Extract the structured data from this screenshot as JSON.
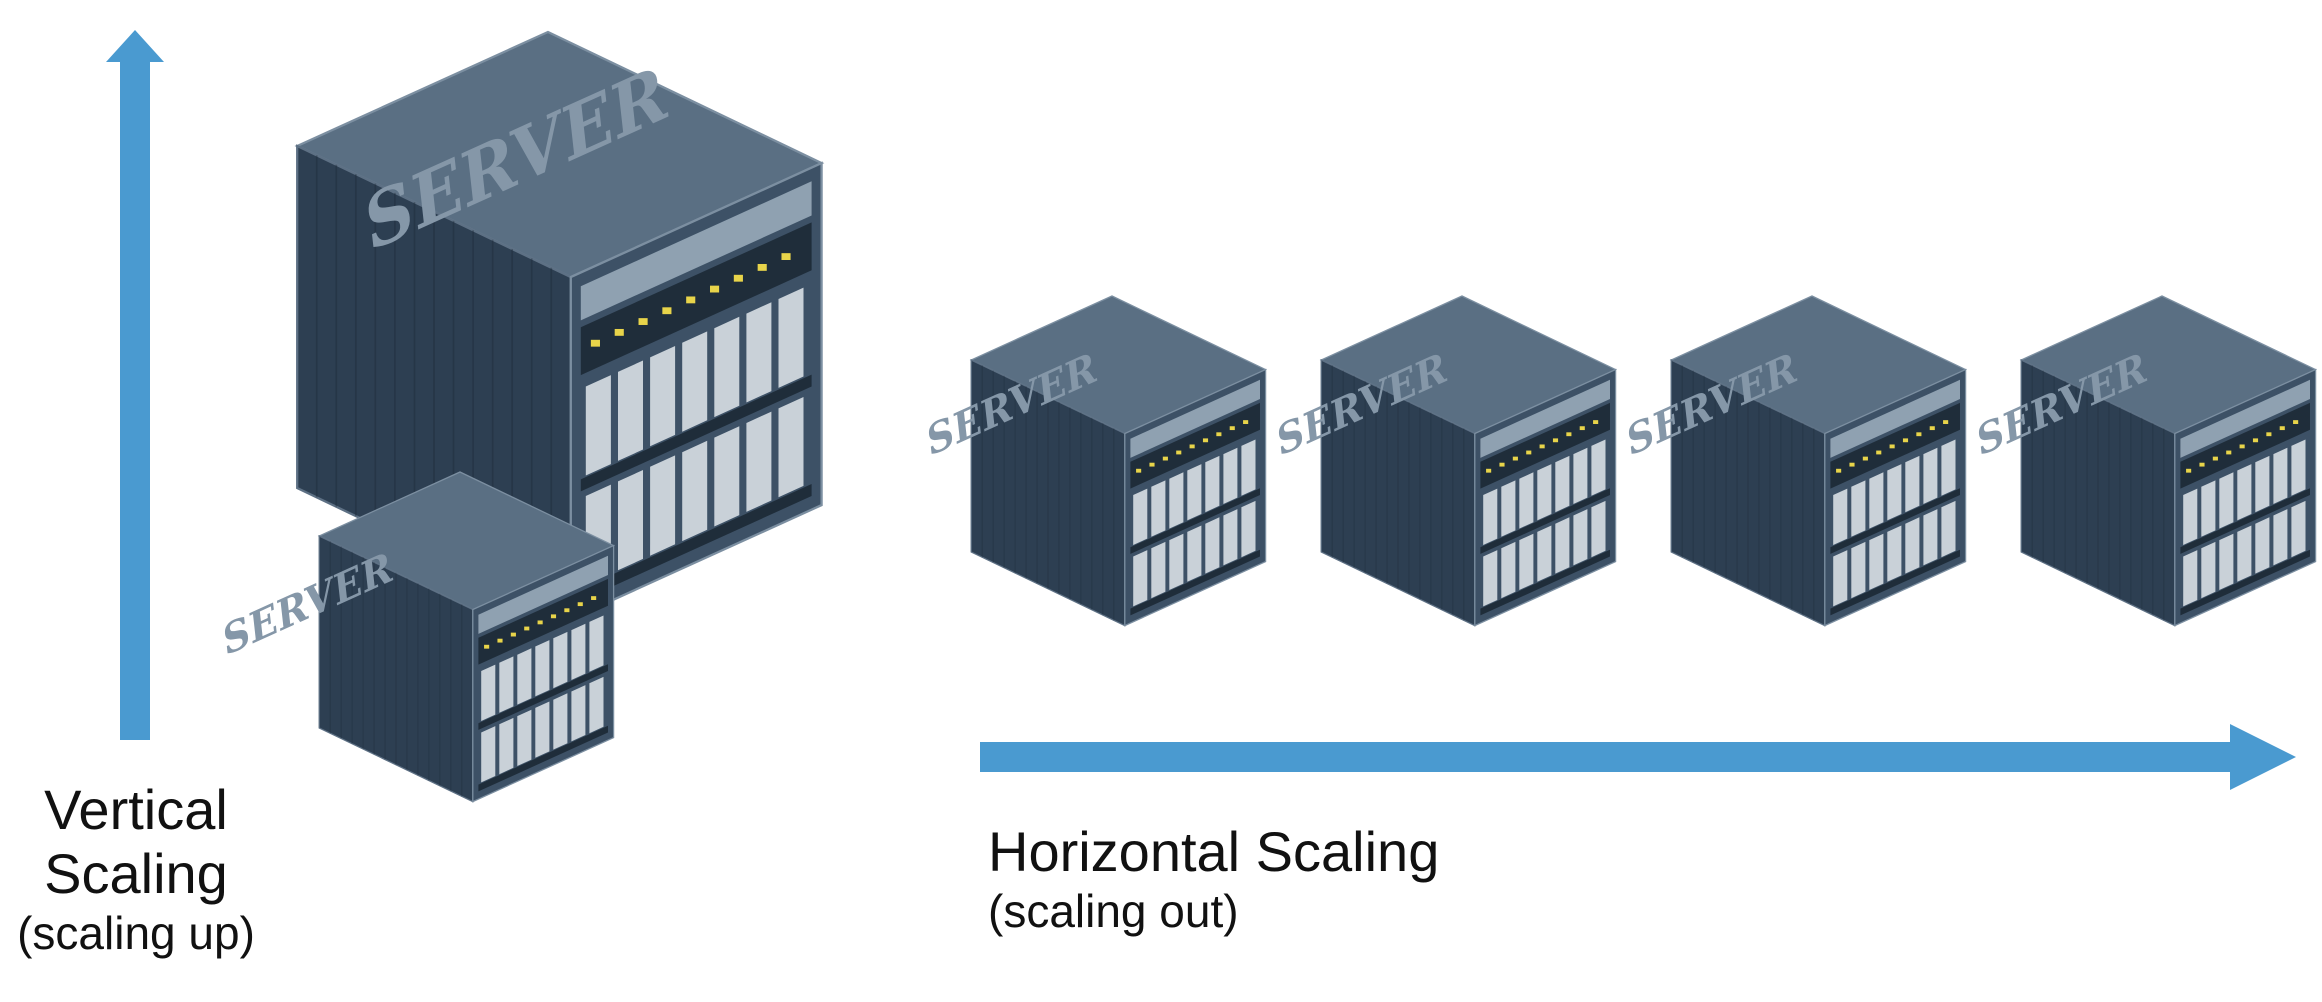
{
  "colors": {
    "arrow": "#4a9ad0",
    "server_top": "#5a6f83",
    "server_left": "#2d3f52",
    "server_front": "#3d5166",
    "server_label": "#8597a8",
    "panel_light": "#c9d1d8",
    "led": "#e8d44a"
  },
  "icons": {
    "vertical_arrow": "arrow-up-icon",
    "horizontal_arrow": "arrow-right-icon",
    "server": "server-icon"
  },
  "server_label": "SERVER",
  "vertical": {
    "title_line1": "Vertical",
    "title_line2": "Scaling",
    "subtitle": "(scaling up)"
  },
  "horizontal": {
    "title": "Horizontal Scaling",
    "subtitle": "(scaling out)",
    "server_count": 4
  }
}
